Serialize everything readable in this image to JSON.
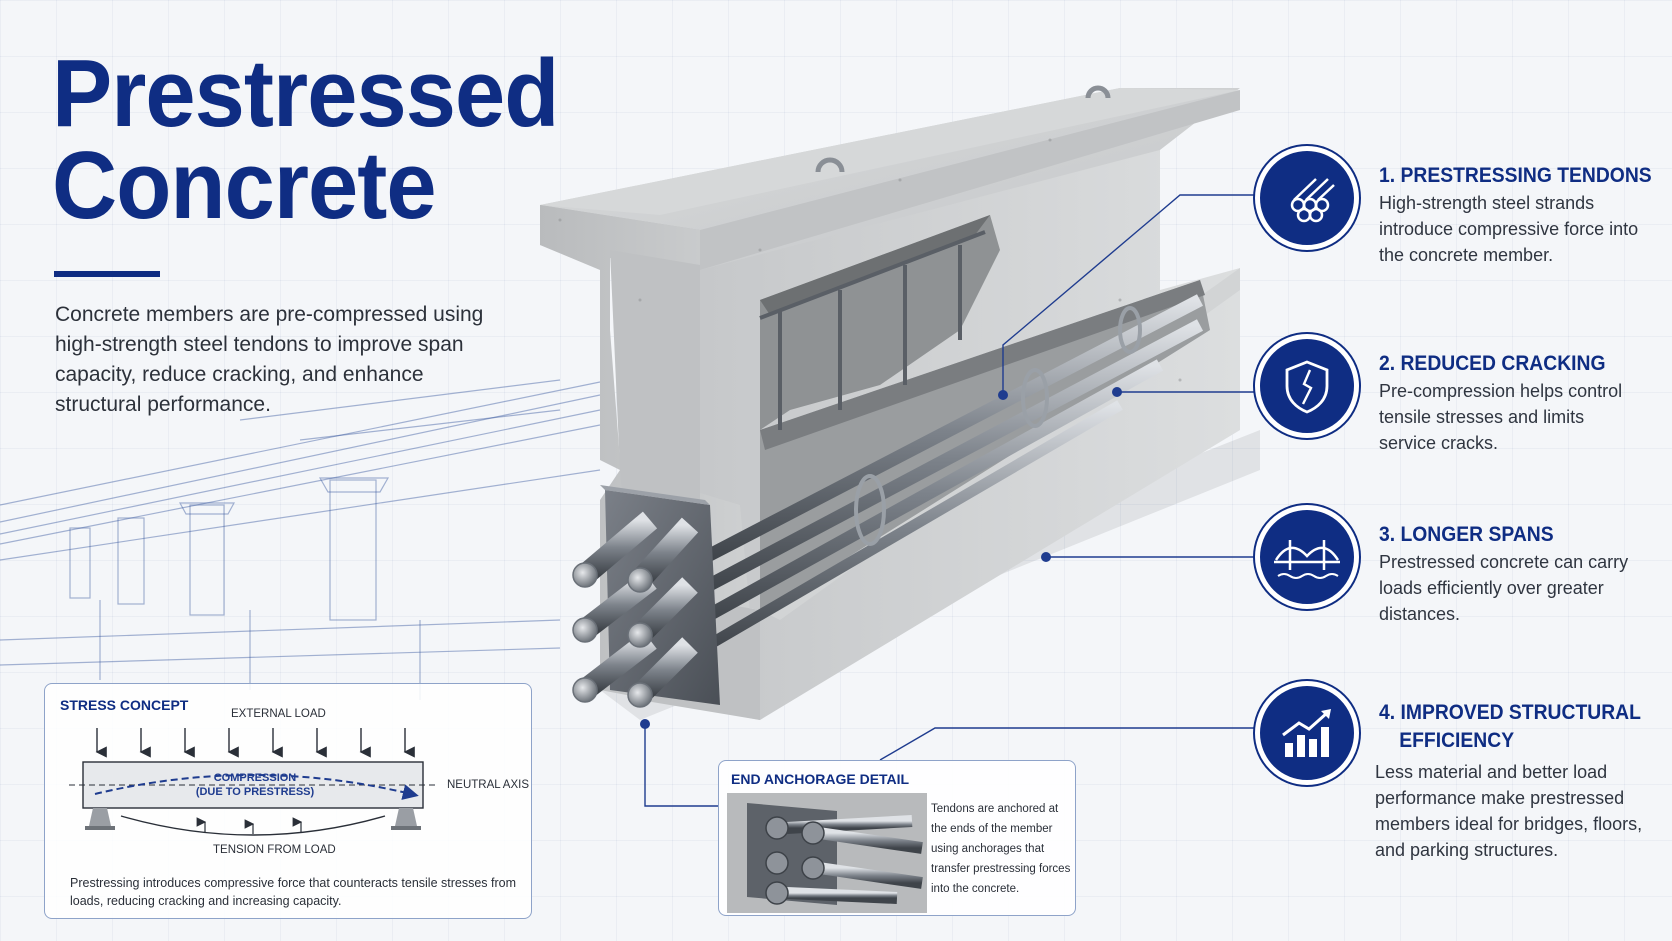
{
  "title": {
    "line1": "Prestressed",
    "line2": "Concrete"
  },
  "intro": "Concrete members are pre-compressed using high-strength steel tendons to improve span capacity, reduce cracking, and enhance structural performance.",
  "features": [
    {
      "title": "1. PRESTRESSING TENDONS",
      "body": "High-strength steel strands introduce compressive force into the concrete member.",
      "icon": "strands-icon"
    },
    {
      "title": "2. REDUCED CRACKING",
      "body": "Pre-compression helps control tensile stresses and limits service cracks.",
      "icon": "shield-crack-icon"
    },
    {
      "title": "3. LONGER SPANS",
      "body": "Prestressed concrete can carry loads efficiently over greater distances.",
      "icon": "bridge-icon"
    },
    {
      "title_line1": "4. IMPROVED STRUCTURAL",
      "title_line2": "EFFICIENCY",
      "body": "Less material and better load performance make prestressed members ideal for bridges, floors, and parking structures.",
      "icon": "bar-chart-icon"
    }
  ],
  "stress_concept": {
    "title": "STRESS CONCEPT",
    "external_load": "EXTERNAL LOAD",
    "compression_line1": "COMPRESSION",
    "compression_line2": "(DUE TO PRESTRESS)",
    "neutral_axis": "NEUTRAL AXIS",
    "tension": "TENSION FROM LOAD",
    "caption": "Prestressing introduces compressive force that counteracts tensile stresses from loads, reducing cracking and increasing capacity."
  },
  "end_anchorage": {
    "title": "END ANCHORAGE DETAIL",
    "text": "Tendons are anchored at the ends of the member using anchorages that transfer prestressing forces into the concrete."
  },
  "colors": {
    "primary": "#0f2d83",
    "concrete": "#c9cbcc",
    "steel": "#8c9199"
  }
}
